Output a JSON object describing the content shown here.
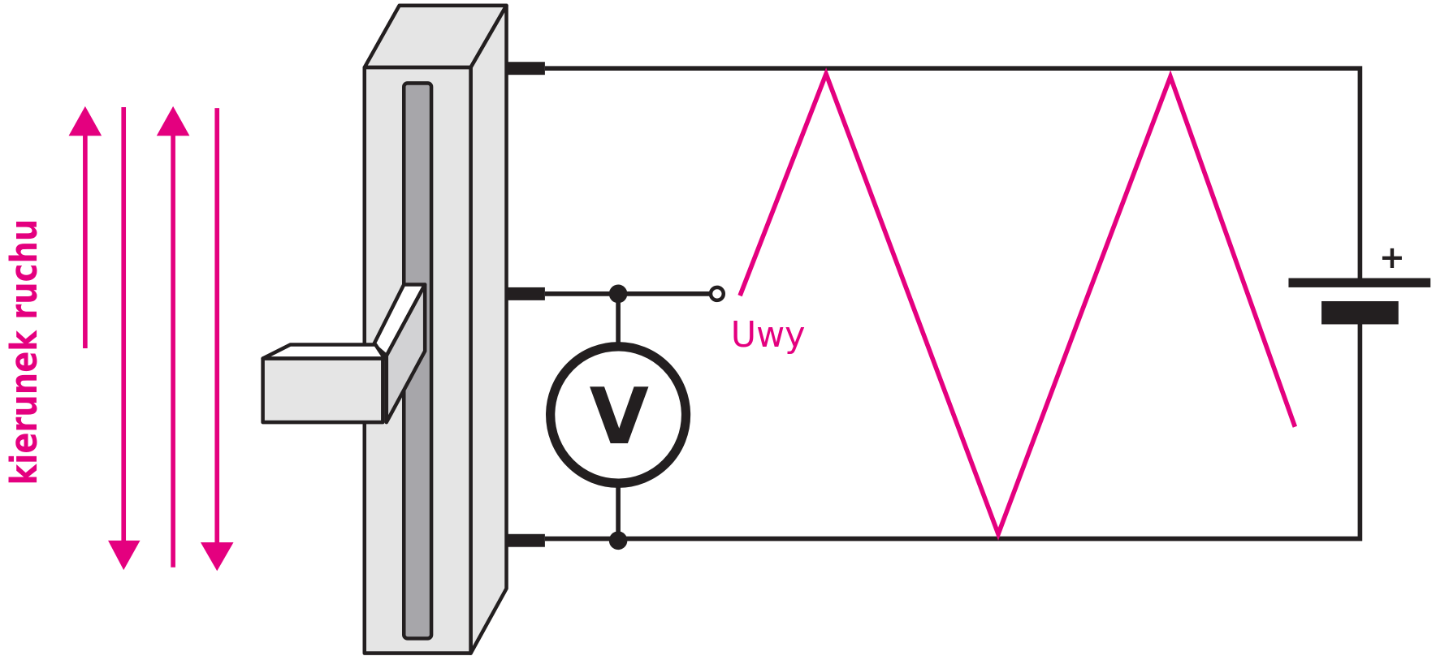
{
  "diagram": {
    "motion_label": "kierunek ruchu",
    "output_label": "Uwy",
    "voltmeter_label": "V",
    "battery_plus": "+",
    "colors": {
      "accent": "#e4007f",
      "wire": "#231f20",
      "body_fill": "#e5e5e5",
      "slot_fill": "#a7a6aa"
    }
  }
}
